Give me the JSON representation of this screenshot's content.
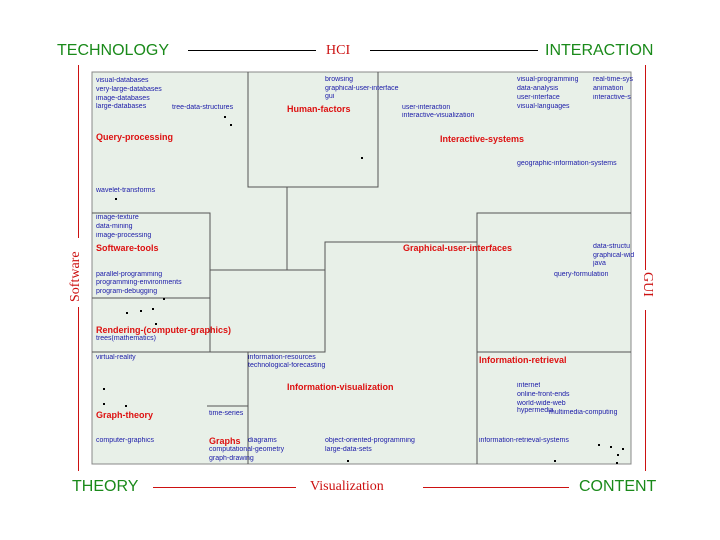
{
  "corners": {
    "top_left": "TECHNOLOGY",
    "top_right": "INTERACTION",
    "bottom_left": "THEORY",
    "bottom_right": "CONTENT"
  },
  "axes": {
    "top": "HCI",
    "bottom": "Visualization",
    "left": "Software",
    "right": "GUI"
  },
  "colors": {
    "corner_top": "#1a8a1a",
    "corner_bottom": "#1a8a1a",
    "axis_label": "#cc1111",
    "region_label": "#dd1111",
    "term": "#1a1aa8",
    "map_background": "#e8f0e8"
  },
  "regions": {
    "query_processing": "Query-processing",
    "human_factors": "Human-factors",
    "interactive_systems": "Interactive-systems",
    "software_tools": "Software-tools",
    "graphical_user_interfaces": "Graphical-user-interfaces",
    "rendering": "Rendering-(computer-graphics)",
    "information_retrieval": "Information-retrieval",
    "information_visualization": "Information-visualization",
    "graph_theory": "Graph-theory",
    "graphs": "Graphs"
  },
  "terms": {
    "visual_databases": "visual-databases",
    "very_large_databases": "very-large-databases",
    "image_databases": "image-databases",
    "large_databases": "large-databases",
    "tree_data_structures": "tree-data-structures",
    "wavelet_transforms": "wavelet-transforms",
    "browsing": "browsing",
    "graphical_user_interface": "graphical-user-interface",
    "gui": "gui",
    "user_interaction": "user-interaction",
    "interactive_visualization": "interactive-visualization",
    "visual_programming": "visual-programming",
    "data_analysis": "data-analysis",
    "user_interface": "user-interface",
    "visual_languages": "visual-languages",
    "real_time_systems": "real-time-sys",
    "animation": "animation",
    "interactive_s": "interactive-s",
    "geographic_information_systems": "geographic-information-systems",
    "image_texture": "image-texture",
    "data_mining": "data-mining",
    "image_processing": "image-processing",
    "parallel_programming": "parallel-programming",
    "programming_environments": "programming-environments",
    "program_debugging": "program-debugging",
    "trees_mathematics": "trees(mathematics)",
    "data_structures": "data-structu",
    "graphical_wid": "graphical-wid",
    "java": "java",
    "query_formulation": "query-formulation",
    "virtual_reality": "virtual-reality",
    "information_resources": "information-resources",
    "technological_forecasting": "technological-forecasting",
    "internet": "internet",
    "online_front_ends": "online-front-ends",
    "world_wide_web": "world-wide-web",
    "hypermedia": "hypermedia",
    "multimedia_computing": "multimedia-computing",
    "time_series": "time-series",
    "computer_graphics": "computer-graphics",
    "diagrams": "diagrams",
    "computational_geometry": "computational-geometry",
    "graph_drawing": "graph-drawing",
    "object_oriented_programming": "object-oriented-programming",
    "large_data_sets": "large-data-sets",
    "information_retrieval_systems": "information-retrieval-systems"
  }
}
